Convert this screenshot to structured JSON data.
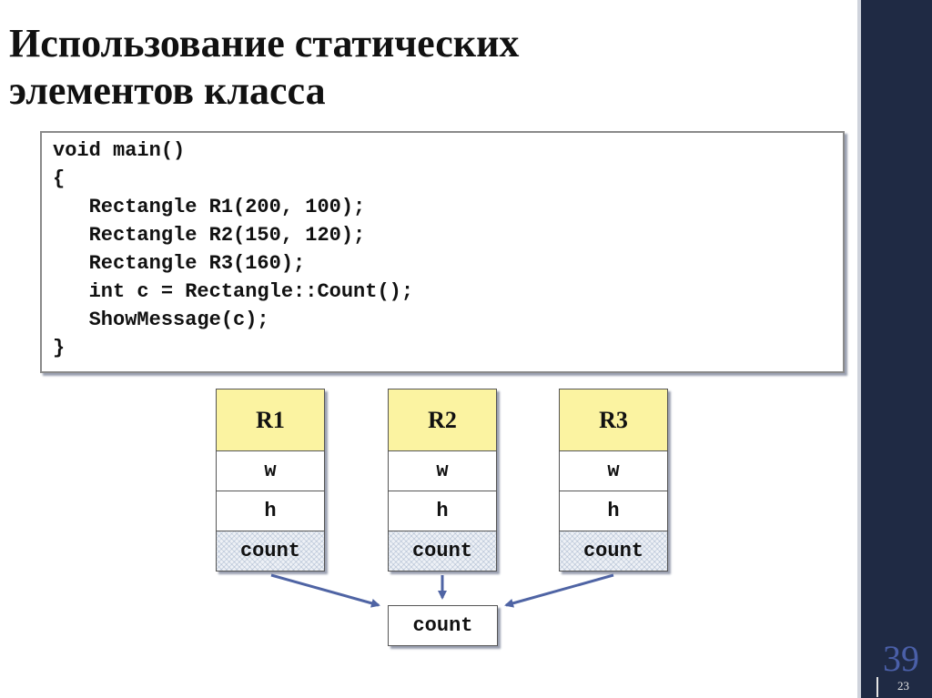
{
  "title": {
    "line1": "Использование статических",
    "line2": "элементов класса"
  },
  "code": {
    "lines": [
      "void main()",
      "{",
      "   Rectangle R1(200, 100);",
      "   Rectangle R2(150, 120);",
      "   Rectangle R3(160);",
      "   int c = Rectangle::Count();",
      "   ShowMessage(c);",
      "}"
    ]
  },
  "objects": [
    {
      "name": "R1",
      "fields": [
        "w",
        "h",
        "count"
      ]
    },
    {
      "name": "R2",
      "fields": [
        "w",
        "h",
        "count"
      ]
    },
    {
      "name": "R3",
      "fields": [
        "w",
        "h",
        "count"
      ]
    }
  ],
  "shared": {
    "label": "count"
  },
  "slide": {
    "number": "39",
    "sub_number": "23"
  },
  "colors": {
    "object_header": "#fbf3a1",
    "arrow": "#4f64a4",
    "right_bar": "#1f2a44",
    "slide_number": "#4a5fa8"
  }
}
